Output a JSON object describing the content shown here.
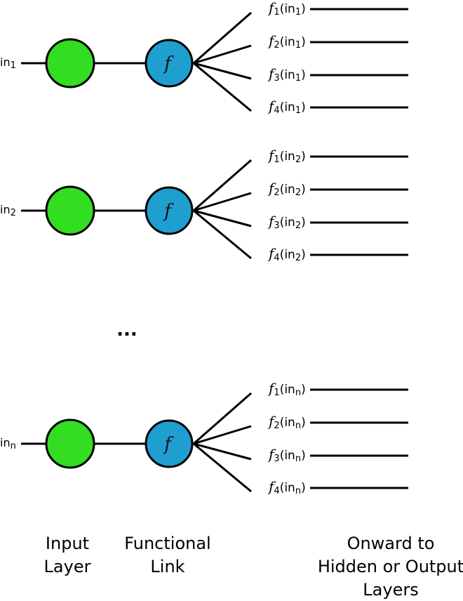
{
  "colors": {
    "input_node": "#33dd22",
    "functional_node": "#1e9fd0",
    "stroke": "#000000"
  },
  "functional_symbol": "f",
  "ellipsis": "...",
  "rows": [
    {
      "input_label": "in",
      "input_sub": "1",
      "outputs": [
        {
          "fn": "f",
          "fn_sub": "1",
          "arg": "in",
          "arg_sub": "1"
        },
        {
          "fn": "f",
          "fn_sub": "2",
          "arg": "in",
          "arg_sub": "1"
        },
        {
          "fn": "f",
          "fn_sub": "3",
          "arg": "in",
          "arg_sub": "1"
        },
        {
          "fn": "f",
          "fn_sub": "4",
          "arg": "in",
          "arg_sub": "1"
        }
      ]
    },
    {
      "input_label": "in",
      "input_sub": "2",
      "outputs": [
        {
          "fn": "f",
          "fn_sub": "1",
          "arg": "in",
          "arg_sub": "2"
        },
        {
          "fn": "f",
          "fn_sub": "2",
          "arg": "in",
          "arg_sub": "2"
        },
        {
          "fn": "f",
          "fn_sub": "3",
          "arg": "in",
          "arg_sub": "2"
        },
        {
          "fn": "f",
          "fn_sub": "4",
          "arg": "in",
          "arg_sub": "2"
        }
      ]
    },
    {
      "input_label": "in",
      "input_sub": "n",
      "outputs": [
        {
          "fn": "f",
          "fn_sub": "1",
          "arg": "in",
          "arg_sub": "n"
        },
        {
          "fn": "f",
          "fn_sub": "2",
          "arg": "in",
          "arg_sub": "n"
        },
        {
          "fn": "f",
          "fn_sub": "3",
          "arg": "in",
          "arg_sub": "n"
        },
        {
          "fn": "f",
          "fn_sub": "4",
          "arg": "in",
          "arg_sub": "n"
        }
      ]
    }
  ],
  "captions": {
    "input_layer": [
      "Input",
      "Layer"
    ],
    "functional_link": [
      "Functional",
      "Link"
    ],
    "onward": [
      "Onward to",
      "Hidden or Output",
      "Layers"
    ]
  }
}
